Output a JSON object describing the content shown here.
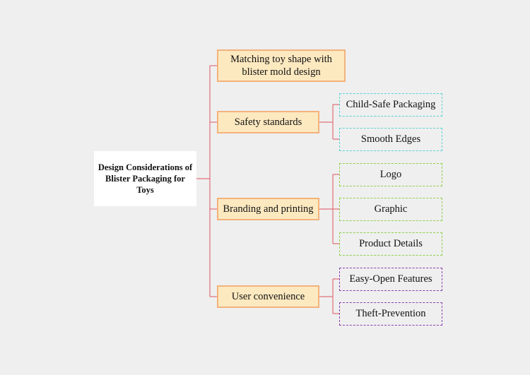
{
  "root": {
    "label": "Design Considerations of Blister Packaging for Toys"
  },
  "branches": [
    {
      "label": "Matching toy shape with blister mold design",
      "children": []
    },
    {
      "label": "Safety standards",
      "children": [
        "Child-Safe Packaging",
        "Smooth Edges"
      ]
    },
    {
      "label": "Branding and printing",
      "children": [
        "Logo",
        "Graphic",
        "Product Details"
      ]
    },
    {
      "label": "User convenience",
      "children": [
        "Easy-Open Features",
        "Theft-Prevention"
      ]
    }
  ],
  "colors": {
    "connector": "#e0707a",
    "branch_fill": "#fde9c0",
    "branch_border": "#f3b27c",
    "safety_leaf_border": "#5bd1d4",
    "branding_leaf_border": "#8fd04a",
    "convenience_leaf_border": "#8a3fb0"
  }
}
